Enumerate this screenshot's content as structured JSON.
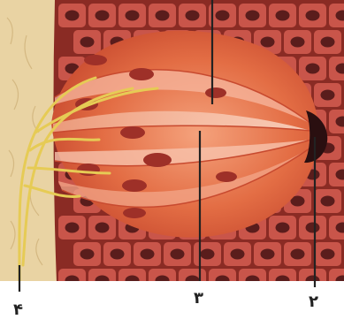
{
  "labels": {
    "label_4": "۴",
    "label_3": "۳",
    "label_2": "۲"
  },
  "colors": {
    "connective_tissue": "#e9d3a3",
    "epithelium_bg": "#8a2b24",
    "epithelial_cell": "#c9554a",
    "epithelial_nucleus": "#5a1d1c",
    "taste_bud_outer": "#e0643f",
    "taste_bud_cell": "#f08a5d",
    "taste_bud_cell_light": "#f7c0a8",
    "taste_cell_nucleus": "#9e3028",
    "nerve_fiber": "#e6cb55",
    "pore": "#2a0f10",
    "leader_line": "#222222"
  },
  "icons": {
    "taste_bud": "taste-bud-illustration"
  }
}
